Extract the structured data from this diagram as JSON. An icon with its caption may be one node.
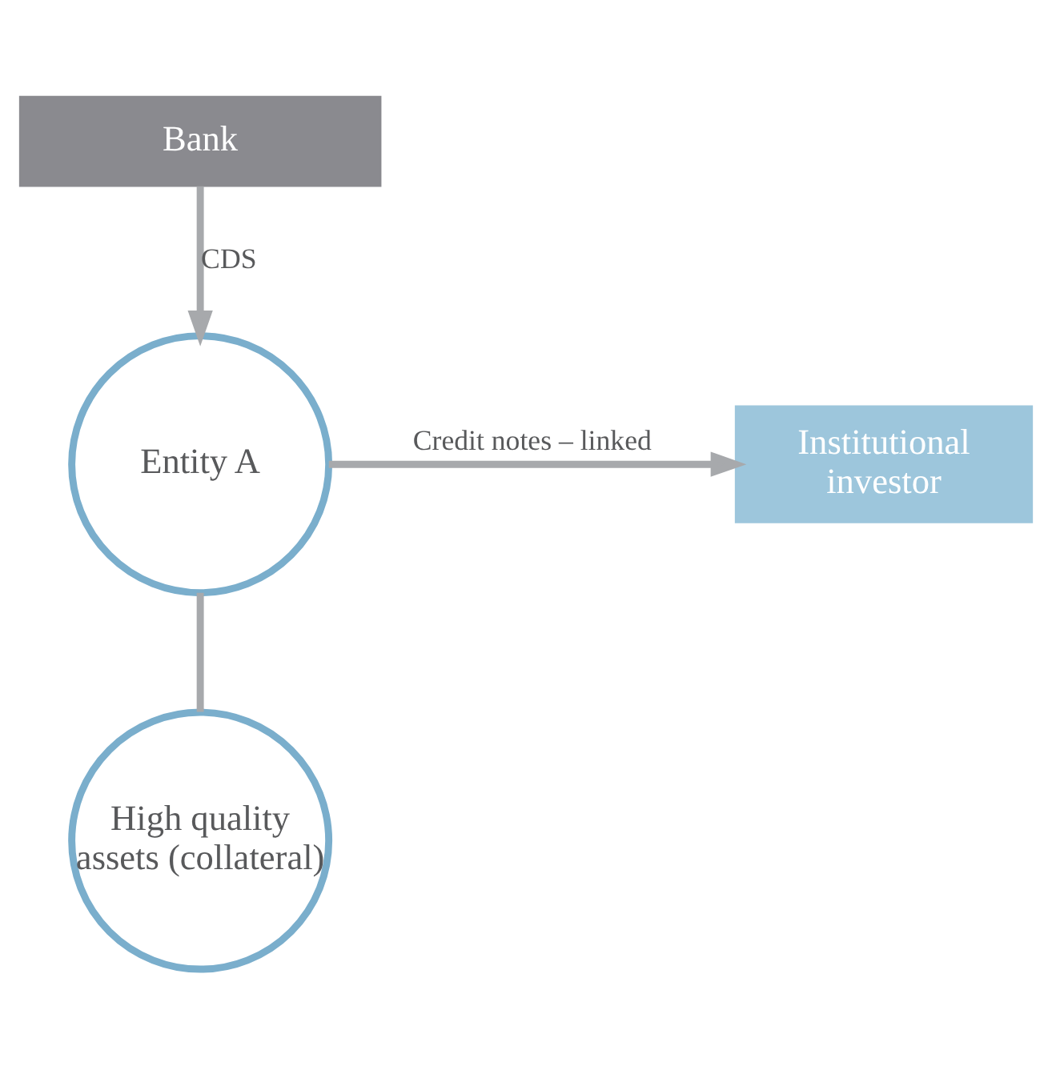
{
  "diagram": {
    "nodes": [
      {
        "text": [
          "Bank"
        ]
      },
      {
        "text": [
          "Entity A"
        ]
      },
      {
        "text": [
          "Institutional investor"
        ]
      },
      {
        "text": [
          "High quality assets (collateral)"
        ]
      }
    ],
    "edges": [
      {
        "from": 0,
        "to": 1,
        "arrow": "to",
        "label": "CDS"
      },
      {
        "from": 1,
        "to": 2,
        "arrow": "to",
        "label": "Credit notes – linked"
      },
      {
        "from": 1,
        "to": 3,
        "arrow": "none"
      }
    ]
  }
}
